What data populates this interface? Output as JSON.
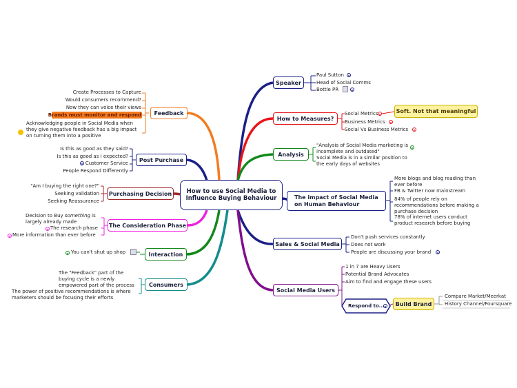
{
  "center": {
    "label": "How to use Social Media to Influence Buying Behaviour"
  },
  "branches": {
    "speaker": {
      "label": "Speaker",
      "items": [
        "Paul Sutton",
        "Head of Social Comms",
        "Bottle PR"
      ]
    },
    "measures": {
      "label": "How to Measures?",
      "items": [
        "Social Metrics",
        "Business Metrics",
        "Social Vs Business Metrics"
      ],
      "callout": "Soft. Not that meaningful"
    },
    "analysis": {
      "label": "Analysis",
      "items": [
        "\"Analysis of Social Media marketing is incomplete and outdated\"",
        "Social Media is in a similar position to the early days of websites"
      ]
    },
    "impact": {
      "label": "The impact of Social Media on Human Behaviour",
      "items": [
        "More blogs and blog reading than ever before",
        "FB & Twitter now mainstream",
        "84% of people rely on recommendations before making a purchase decision",
        "78% of internet users conduct product research before buying"
      ]
    },
    "sales": {
      "label": "Sales & Social Media",
      "items": [
        "Don't push services constantly",
        "Does not work",
        "People are discussing your brand"
      ]
    },
    "users": {
      "label": "Social Media Users",
      "items": [
        "1 in 7 are Heavy Users",
        "Potential Brand Advocates",
        "Aim to find and engage these users"
      ],
      "respond": "Respond to...",
      "build": "Build Brand",
      "build_items": [
        "Compare Market/Meerkat",
        "History Channel/Foursquare"
      ]
    },
    "feedback": {
      "label": "Feedback",
      "items": [
        "Create Processes to Capture",
        "Would consumers recommend?",
        "Now they can voice their views",
        "Brands must monitor and respond",
        "Acknowledging people in Social Media when they give negative feedback has a big impact on turning them into a positive"
      ]
    },
    "post": {
      "label": "Post Purchase",
      "items": [
        "Is this as good as they said?",
        "Is this as good as I expected?",
        "Customer Service",
        "People Respond Differently"
      ]
    },
    "decision": {
      "label": "Purchasing Decision",
      "items": [
        "\"Am I buying the right one?\"",
        "Seeking validation",
        "Seeking Reassurance"
      ]
    },
    "consideration": {
      "label": "The Consideration Phase",
      "items_a": "Decision to Buy ",
      "items_a_em": "something",
      "items_a2": " is",
      "items_a3": "largely already made",
      "items": [
        "The research phase",
        "More information than ever before"
      ]
    },
    "interaction": {
      "label": "Interaction",
      "items": [
        "You can't shut up shop"
      ]
    },
    "consumers": {
      "label": "Consumers",
      "items": [
        "The \"Feedback\" part of the buying cycle is a newly empowered part of the process",
        "The power of positive recommendations is where marketers should be focusing their efforts"
      ]
    }
  },
  "colors": {
    "navy": "#1a1f86",
    "red": "#e8141b",
    "green": "#12881b",
    "blue": "#1a1f86",
    "purple": "#80108a",
    "orange": "#f47b20",
    "magenta": "#f020e0",
    "teal": "#138c8c",
    "maroon": "#a0282c",
    "callout": "#fff3a0"
  }
}
